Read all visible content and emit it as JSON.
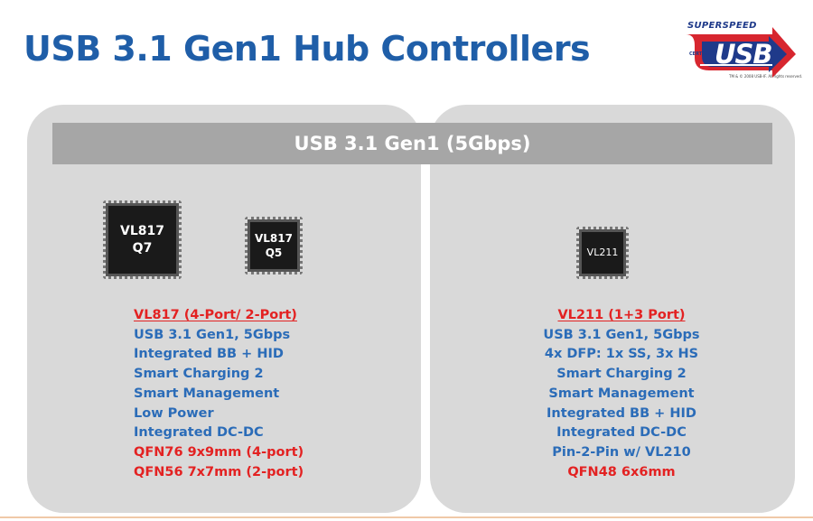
{
  "title": "USB 3.1 Gen1 Hub Controllers",
  "logo": {
    "top": "SUPERSPEED",
    "certified": "CERTIFIED",
    "usb": "USB",
    "trademark": "TM & © 2008 USB-IF. All rights reserved."
  },
  "banner": "USB 3.1 Gen1 (5Gbps)",
  "chips": {
    "q7": {
      "line1": "VL817",
      "line2": "Q7"
    },
    "q5": {
      "line1": "VL817",
      "line2": "Q5"
    },
    "vl211": {
      "line1": "VL211"
    }
  },
  "left": {
    "heading": "VL817 (4-Port/ 2-Port)",
    "features": [
      "USB 3.1 Gen1, 5Gbps",
      "Integrated BB + HID",
      "Smart Charging 2",
      "Smart Management",
      "Low Power",
      "Integrated DC-DC"
    ],
    "packages": [
      "QFN76 9x9mm (4-port)",
      "QFN56 7x7mm (2-port)"
    ]
  },
  "right": {
    "heading": "VL211 (1+3 Port)",
    "features": [
      "USB 3.1 Gen1, 5Gbps",
      "4x DFP: 1x SS, 3x HS",
      "Smart Charging 2",
      "Smart Management",
      "Integrated BB + HID",
      "Integrated DC-DC",
      "Pin-2-Pin w/ VL210"
    ],
    "packages": [
      "QFN48 6x6mm"
    ]
  },
  "colors": {
    "title": "#1f5ea8",
    "feature_text": "#2b6cb8",
    "highlight_text": "#e32222",
    "panel": "#d9d9d9",
    "banner": "#a6a6a6",
    "logo_red": "#d7262f",
    "logo_blue": "#1f3a8a"
  }
}
